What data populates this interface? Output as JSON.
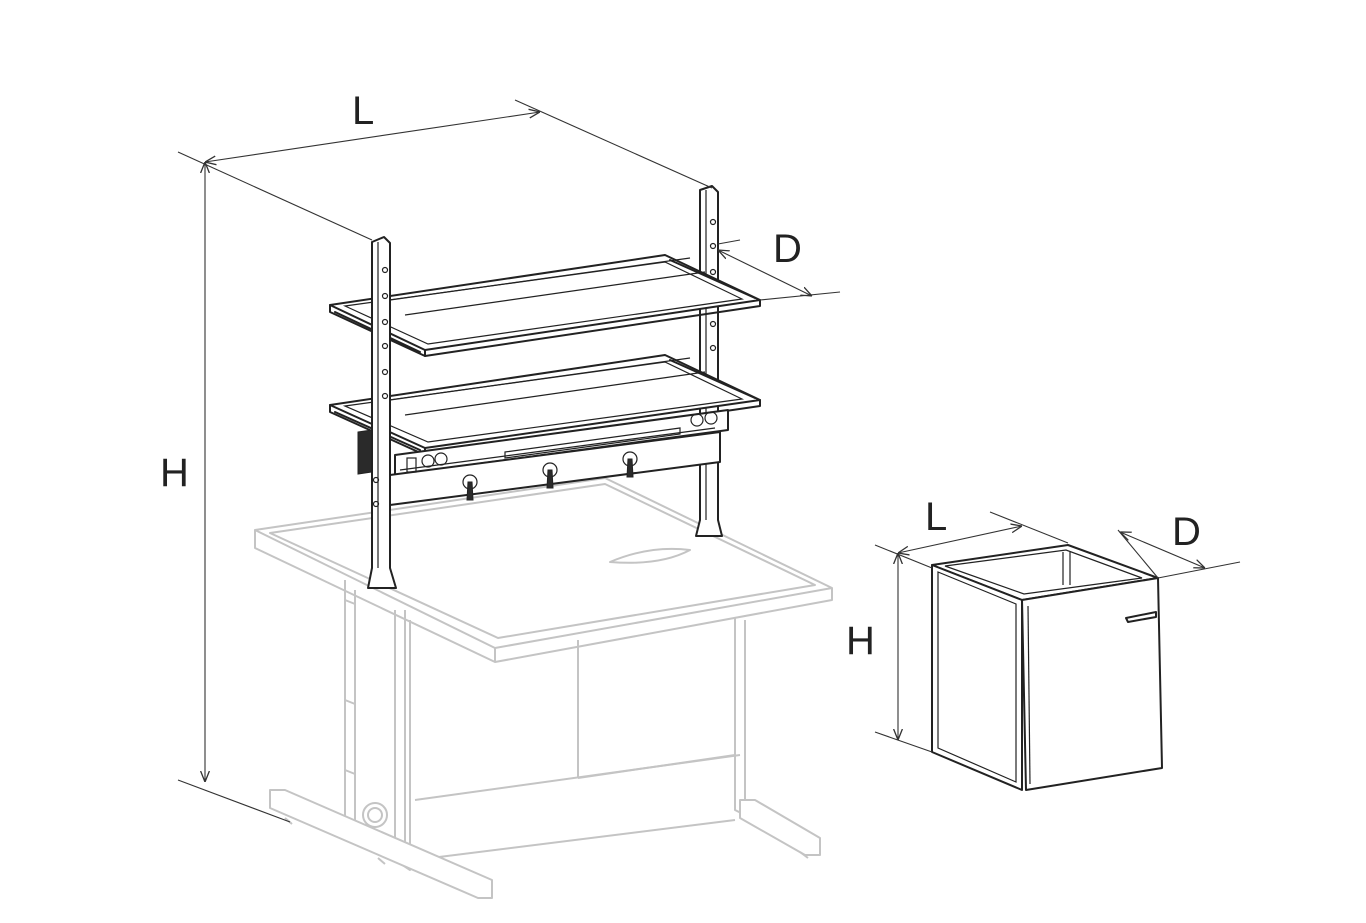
{
  "diagram": {
    "left_unit": {
      "length_label": "L",
      "depth_label": "D",
      "height_label": "H"
    },
    "right_unit": {
      "length_label": "L",
      "depth_label": "D",
      "height_label": "H"
    }
  },
  "colors": {
    "ink": "#222222",
    "ghost_lines": "#c4c4c4",
    "background": "#ffffff"
  }
}
